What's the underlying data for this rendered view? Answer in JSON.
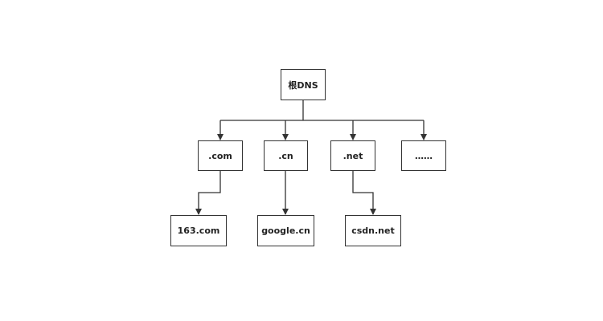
{
  "diagram": {
    "root": {
      "label": "根DNS"
    },
    "tlds": [
      {
        "label": ".com"
      },
      {
        "label": ".cn"
      },
      {
        "label": ".net"
      },
      {
        "label": "……"
      }
    ],
    "domains": [
      {
        "label": "163.com"
      },
      {
        "label": "google.cn"
      },
      {
        "label": "csdn.net"
      }
    ],
    "colors": {
      "line": "#333333",
      "border": "#333333",
      "text": "#222222",
      "background": "#ffffff"
    }
  }
}
